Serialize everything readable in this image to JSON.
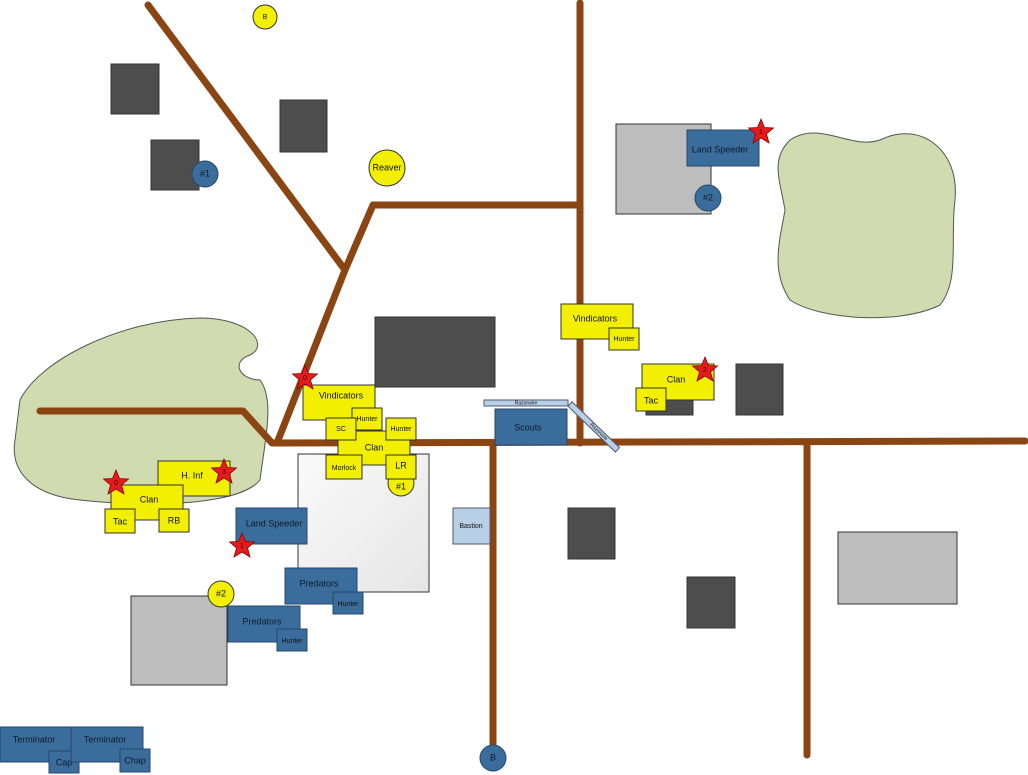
{
  "circles": {
    "b_top": "B",
    "reaver": "Reaver",
    "obj1_yellow": "#1",
    "obj2_yellow": "#2",
    "obj1_blue": "#1",
    "obj2_blue": "#2",
    "b_bottom": "B"
  },
  "units": {
    "vindicators_left": "Vindicators",
    "hunter_a": "Hunter",
    "sc": "SC",
    "clan_center": "Clan",
    "hunter_b": "Hunter",
    "morlock": "Morlock",
    "lr": "LR",
    "vindicators_right": "Vindicators",
    "hunter_right": "Hunter",
    "clan_right": "Clan",
    "tac_right": "Tac",
    "h_inf": "H. Inf",
    "clan_left": "Clan",
    "tac_left": "Tac",
    "rb": "RB",
    "land_speeder_right": "Land Speeder",
    "scouts": "Scouts",
    "land_speeder_left": "Land Speeder",
    "predators_1": "Predators",
    "hunter_p1": "Hunter",
    "predators_2": "Predators",
    "hunter_p2": "Hunter",
    "terminator_1": "Terminator",
    "cap": "Cap",
    "terminator_2": "Terminator",
    "chap": "Chap",
    "bastion": "Bastion",
    "razorwire_1": "Razorwire",
    "razorwire_2": "Razorwire"
  },
  "stars": [
    "0",
    "0",
    "3",
    "1",
    "1",
    "2"
  ],
  "colors": {
    "road": "#8b4513",
    "yellow": "#f2f000",
    "blue": "#3b6d9c",
    "star": "#e31b1b"
  }
}
